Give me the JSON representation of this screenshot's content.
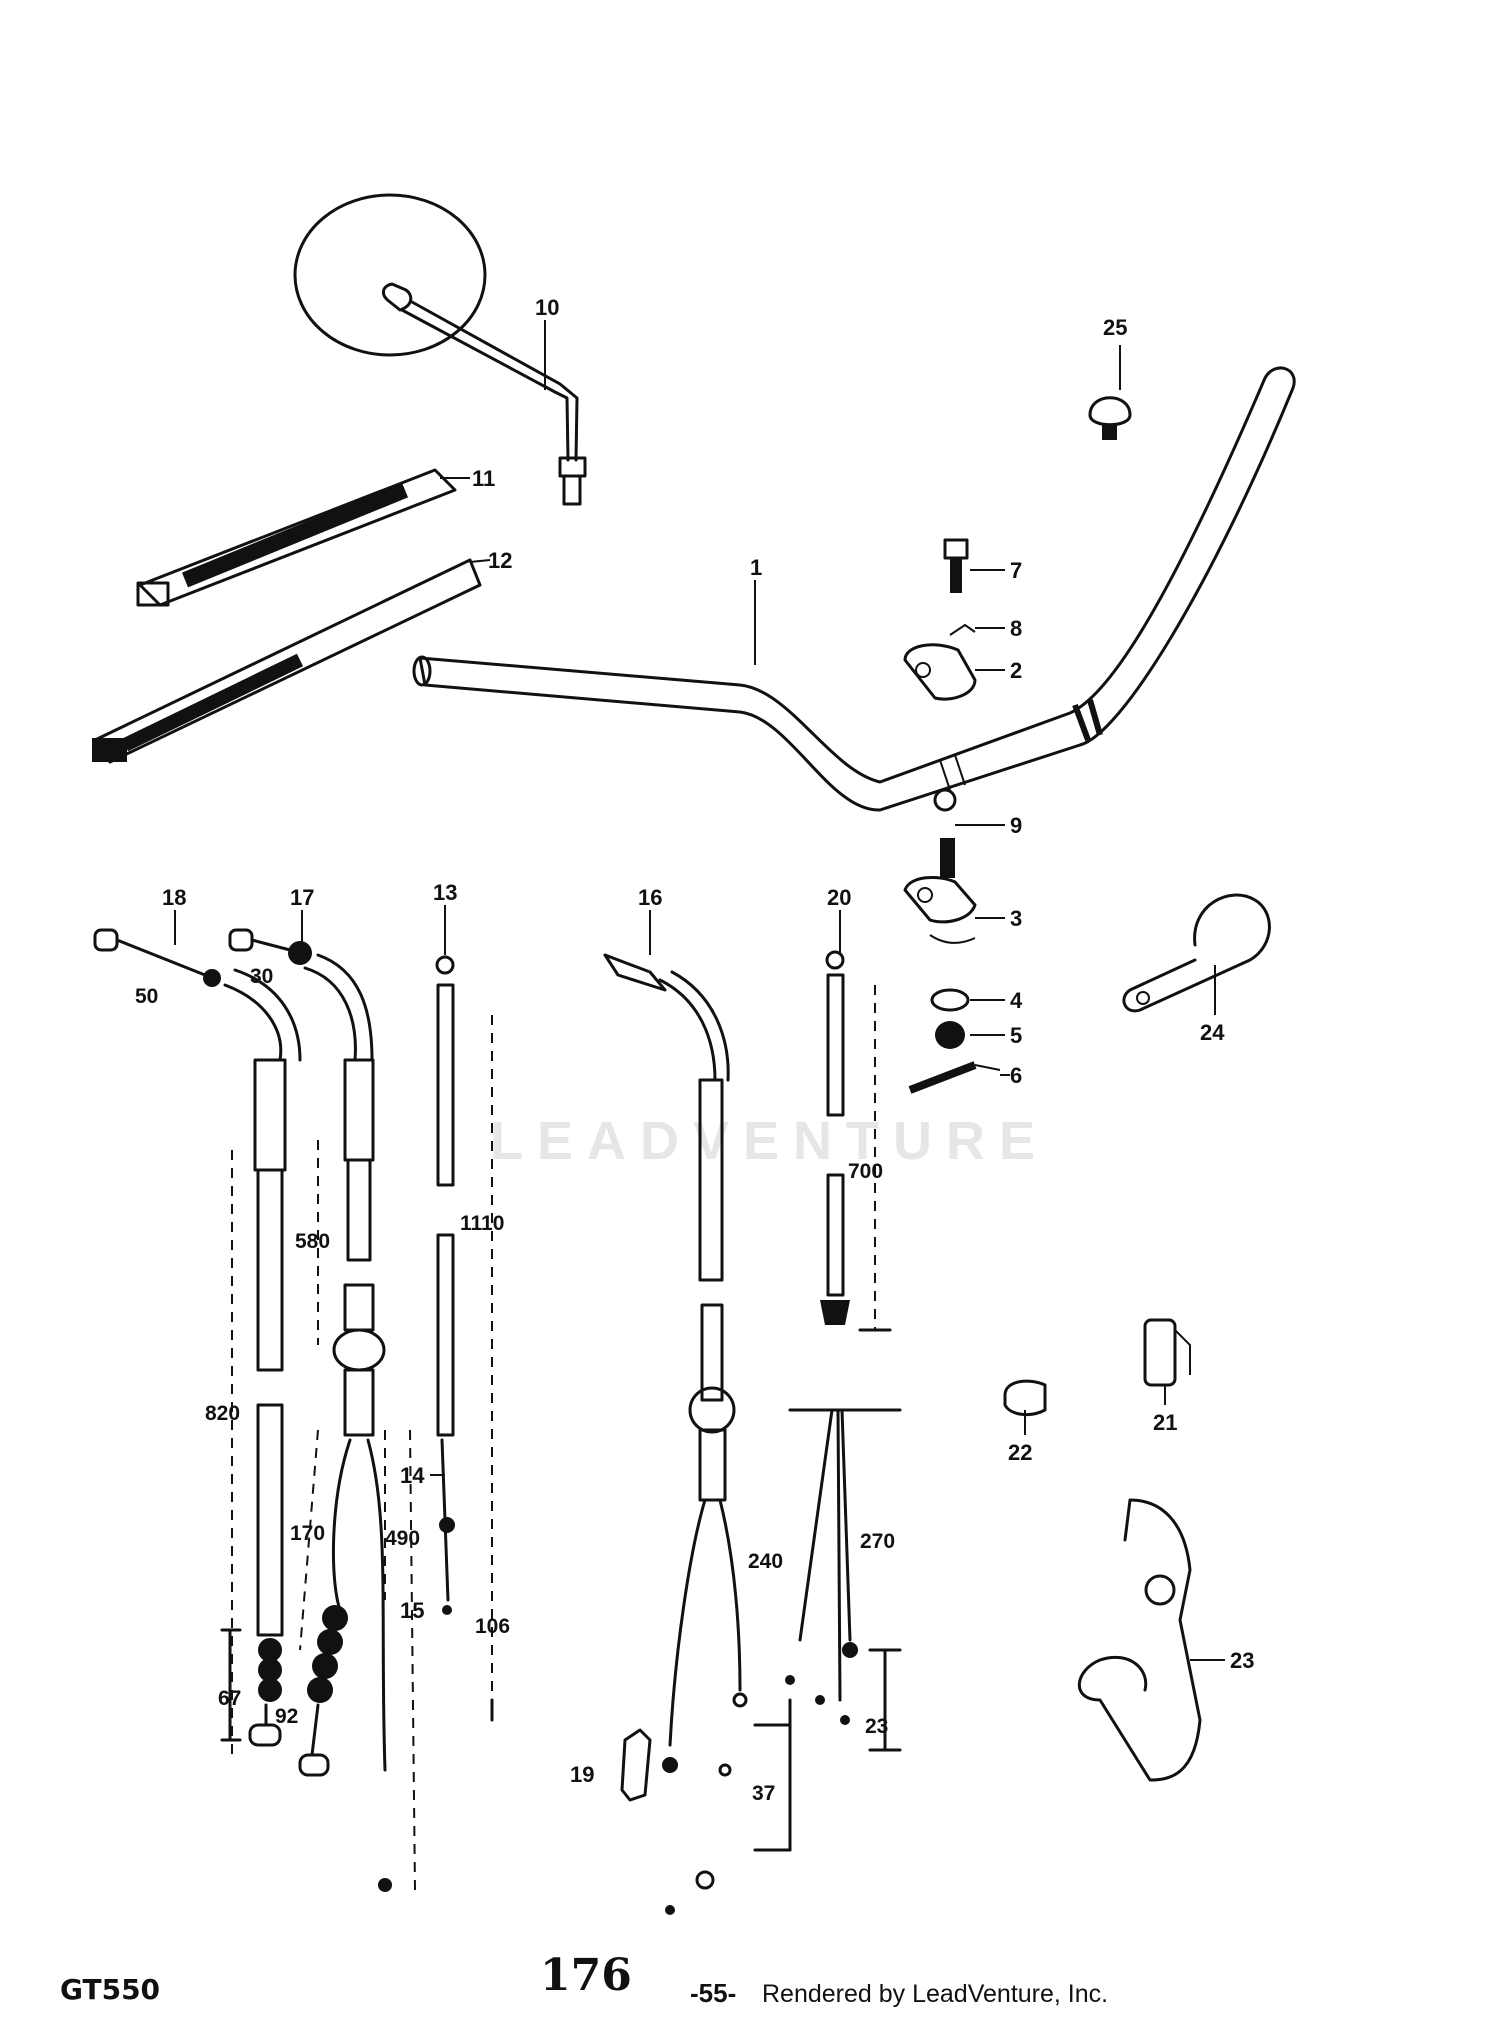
{
  "watermark": {
    "text": "LEADVENTURE"
  },
  "callouts": {
    "c1": "1",
    "c2": "2",
    "c3": "3",
    "c4": "4",
    "c5": "5",
    "c6": "6",
    "c7": "7",
    "c8": "8",
    "c9": "9",
    "c10": "10",
    "c11": "11",
    "c12": "12",
    "c13": "13",
    "c14": "14",
    "c15": "15",
    "c16": "16",
    "c17": "17",
    "c18": "18",
    "c19": "19",
    "c20": "20",
    "c21": "21",
    "c22": "22",
    "c23": "23",
    "c24": "24",
    "c25": "25"
  },
  "dimensions": {
    "d50": "50",
    "d30": "30",
    "d820": "820",
    "d580": "580",
    "d1110": "1110",
    "d700": "700",
    "d170": "170",
    "d490": "490",
    "d106": "106",
    "d67": "67",
    "d92": "92",
    "d240": "240",
    "d270": "270",
    "d37": "37",
    "d23": "23"
  },
  "footer": {
    "model": "GT550",
    "page": "176",
    "dash": "-55-",
    "rendered_by": "Rendered by LeadVenture, Inc."
  }
}
